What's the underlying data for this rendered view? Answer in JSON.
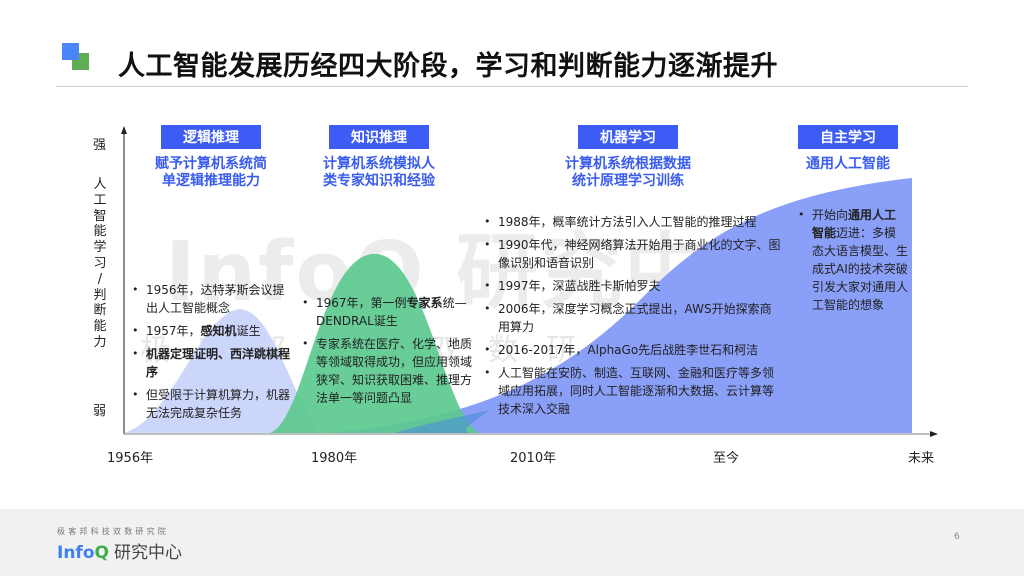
{
  "header": {
    "title": "人工智能发展历经四大阶段，学习和判断能力逐渐提升"
  },
  "y_axis": {
    "top_label": "强",
    "bottom_label": "弱",
    "title_chars": [
      "人",
      "工",
      "智",
      "能",
      "学",
      "习",
      "/",
      "判",
      "断",
      "能",
      "力"
    ]
  },
  "x_axis": {
    "labels": [
      "1956年",
      "1980年",
      "2010年",
      "至今",
      "未来"
    ]
  },
  "stages": [
    {
      "tag": "逻辑推理",
      "desc_line1": "赋予计算机系统简",
      "desc_line2": "单逻辑推理能力"
    },
    {
      "tag": "知识推理",
      "desc_line1": "计算机系统模拟人",
      "desc_line2": "类专家知识和经验"
    },
    {
      "tag": "机器学习",
      "desc_line1": "计算机系统根据数据",
      "desc_line2": "统计原理学习训练"
    },
    {
      "tag": "自主学习",
      "desc_line1": "通用人工智能",
      "desc_line2": ""
    }
  ],
  "bullets": {
    "stage1": [
      {
        "pre": "1956年，达特茅斯会议提出人工智能概念",
        "bold": "",
        "post": ""
      },
      {
        "pre": "1957年，",
        "bold": "感知机",
        "post": "诞生"
      },
      {
        "pre": "",
        "bold": "机器定理证明、西洋跳棋程序",
        "post": ""
      },
      {
        "pre": "但受限于计算机算力，机器无法完成复杂任务",
        "bold": "",
        "post": ""
      }
    ],
    "stage2": [
      {
        "pre": "1967年，第一例",
        "bold": "专家系",
        "post": "统—DENDRAL诞生"
      },
      {
        "pre": "专家系统在医疗、化学、地质等领域取得成功，但应用领域狭窄、知识获取困难、推理方法单一等问题凸显",
        "bold": "",
        "post": ""
      }
    ],
    "stage3": [
      {
        "pre": "1988年，概率统计方法引入人工智能的推理过程",
        "bold": "",
        "post": ""
      },
      {
        "pre": "1990年代，神经网络算法开始用于商业化的文字、图像识别和语音识别",
        "bold": "",
        "post": ""
      },
      {
        "pre": "1997年，深蓝战胜卡斯帕罗夫",
        "bold": "",
        "post": ""
      },
      {
        "pre": "2006年，深度学习概念正式提出，AWS开始探索商用算力",
        "bold": "",
        "post": ""
      },
      {
        "pre": "2016-2017年，AlphaGo先后战胜李世石和柯洁",
        "bold": "",
        "post": ""
      },
      {
        "pre": "人工智能在安防、制造、互联网、金融和医疗等多领域应用拓展，同时人工智能逐渐和大数据、云计算等技术深入交融",
        "bold": "",
        "post": ""
      }
    ],
    "stage4": [
      {
        "pre": "开始向",
        "bold": "通用人工智能",
        "post": "迈进：多模态大语言模型、生成式AI的技术突破引发大家对通用人工智能的想象"
      }
    ]
  },
  "watermark": {
    "big": "InfoQ 研究中心",
    "small": "极客邦科技双数研究院"
  },
  "footer": {
    "subtitle": "极客邦科技双数研究院",
    "brand_part1": "Info",
    "brand_part2": "Q",
    "brand_part3": "研究中心",
    "page_number": "6"
  },
  "colors": {
    "stage_tag_bg": "#3d5cf5",
    "stage_desc_text": "#3a5df0",
    "curve_stage1": "#c9d4fb",
    "curve_stage2": "#5cc98f",
    "curve_stage3_4": "#8a9ff8",
    "logo_blue": "#4a86f7",
    "logo_green": "#5fae57"
  }
}
